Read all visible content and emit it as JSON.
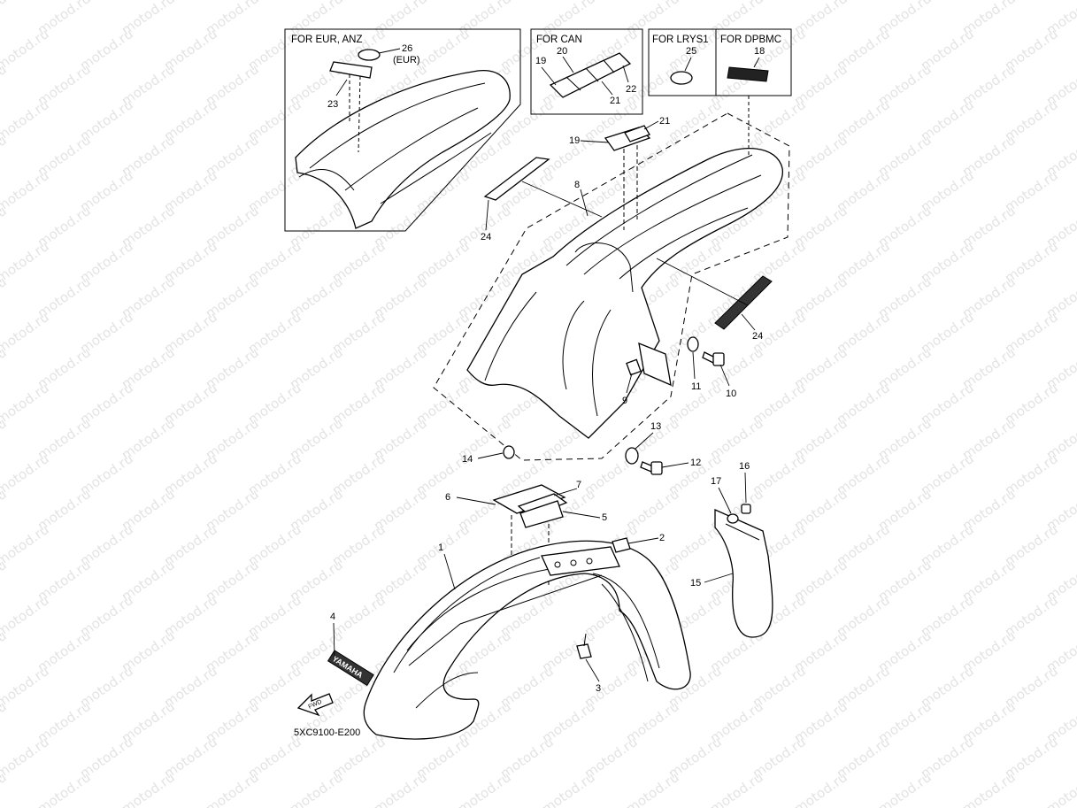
{
  "watermark": "motod.ru",
  "diagram_code": "5XC9100-E200",
  "inset_boxes": [
    {
      "id": "eur_anz",
      "title": "FOR EUR, ANZ"
    },
    {
      "id": "can",
      "title": "FOR CAN"
    },
    {
      "id": "lrys1",
      "title": "FOR LRYS1"
    },
    {
      "id": "dpbmc",
      "title": "FOR DPBMC"
    }
  ],
  "callouts": [
    {
      "id": "c26",
      "text": "26"
    },
    {
      "id": "c26eur",
      "text": "(EUR)"
    },
    {
      "id": "c23",
      "text": "23"
    },
    {
      "id": "c20",
      "text": "20"
    },
    {
      "id": "c19a",
      "text": "19"
    },
    {
      "id": "c22",
      "text": "22"
    },
    {
      "id": "c21a",
      "text": "21"
    },
    {
      "id": "c25",
      "text": "25"
    },
    {
      "id": "c18",
      "text": "18"
    },
    {
      "id": "c21b",
      "text": "21"
    },
    {
      "id": "c19b",
      "text": "19"
    },
    {
      "id": "c8",
      "text": "8"
    },
    {
      "id": "c24a",
      "text": "24"
    },
    {
      "id": "c24b",
      "text": "24"
    },
    {
      "id": "c11",
      "text": "11"
    },
    {
      "id": "c10",
      "text": "10"
    },
    {
      "id": "c9",
      "text": "9"
    },
    {
      "id": "c13",
      "text": "13"
    },
    {
      "id": "c14",
      "text": "14"
    },
    {
      "id": "c12",
      "text": "12"
    },
    {
      "id": "c16",
      "text": "16"
    },
    {
      "id": "c17",
      "text": "17"
    },
    {
      "id": "c7",
      "text": "7"
    },
    {
      "id": "c6",
      "text": "6"
    },
    {
      "id": "c5",
      "text": "5"
    },
    {
      "id": "c2",
      "text": "2"
    },
    {
      "id": "c1",
      "text": "1"
    },
    {
      "id": "c15",
      "text": "15"
    },
    {
      "id": "c4",
      "text": "4"
    },
    {
      "id": "c3",
      "text": "3"
    }
  ],
  "decal_text": {
    "yamaha": "YAMAHA",
    "fwd": "FWD"
  }
}
